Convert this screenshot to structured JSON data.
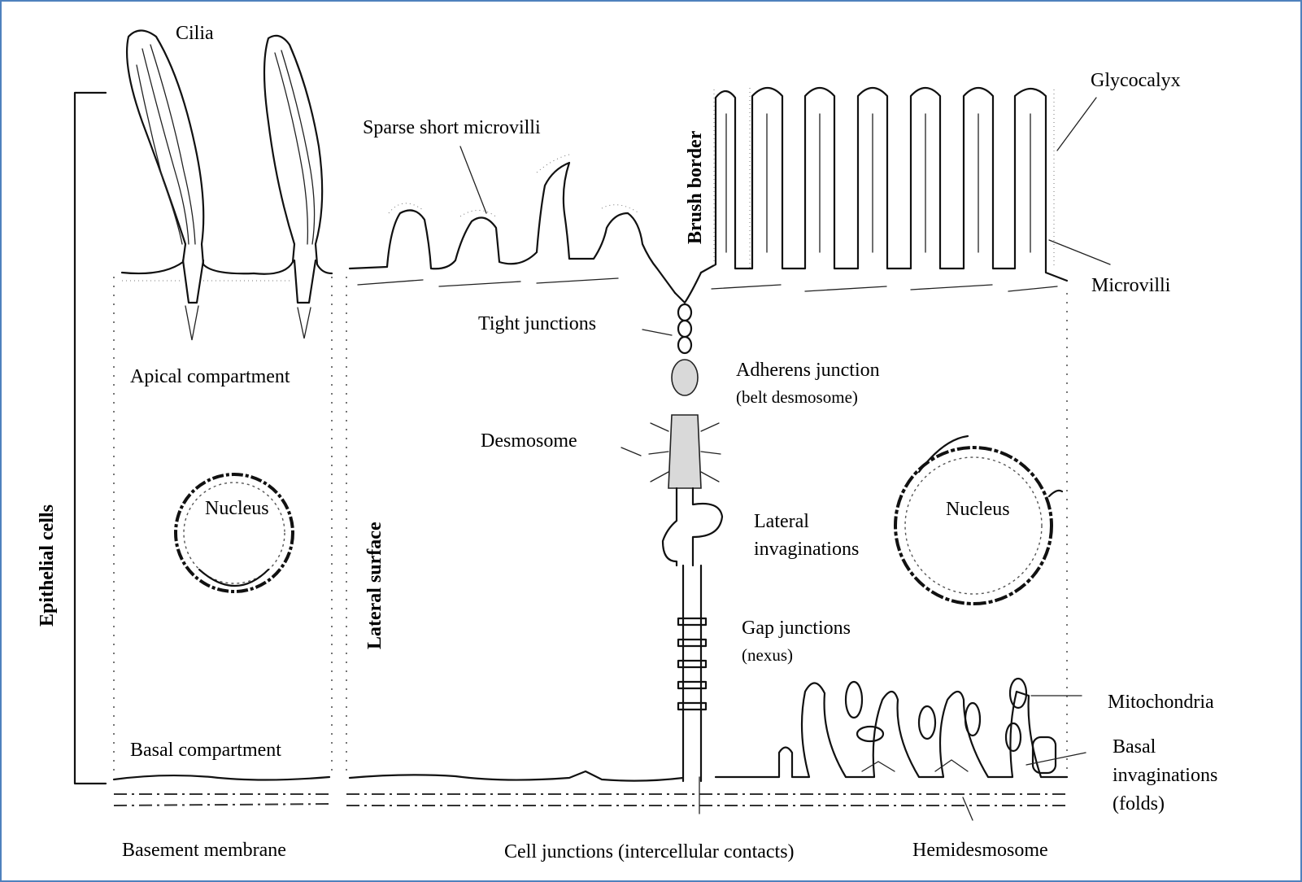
{
  "labels": {
    "cilia": "Cilia",
    "glycocalyx": "Glycocalyx",
    "sparse_microvilli": "Sparse short microvilli",
    "brush_border": "Brush border",
    "microvilli": "Microvilli",
    "tight_junctions": "Tight junctions",
    "apical_compartment": "Apical compartment",
    "adherens_junction": "Adherens junction",
    "belt_desmosome": "(belt desmosome)",
    "desmosome": "Desmosome",
    "nucleus_left": "Nucleus",
    "nucleus_right": "Nucleus",
    "lateral_surface": "Lateral surface",
    "epithelial_cells": "Epithelial cells",
    "lateral_invaginations_1": "Lateral",
    "lateral_invaginations_2": "invaginations",
    "gap_junctions": "Gap junctions",
    "nexus": "(nexus)",
    "mitochondria": "Mitochondria",
    "basal_compartment": "Basal compartment",
    "basal_invaginations_1": "Basal",
    "basal_invaginations_2": "invaginations",
    "basal_invaginations_3": "(folds)",
    "basement_membrane": "Basement membrane",
    "cell_junctions": "Cell junctions (intercellular contacts)",
    "hemidesmosome": "Hemidesmosome"
  },
  "colors": {
    "frame": "#4F81BD",
    "ink": "#111111"
  }
}
